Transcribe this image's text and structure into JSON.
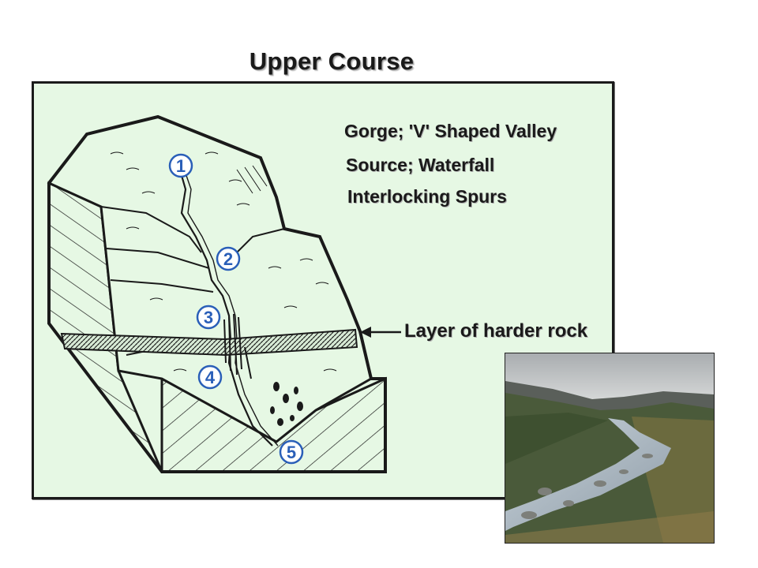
{
  "title": "Upper Course",
  "features": [
    "Gorge; 'V' Shaped Valley",
    "Source; Waterfall",
    "Interlocking Spurs"
  ],
  "rock_label": "Layer of harder rock",
  "markers": [
    "1",
    "2",
    "3",
    "4",
    "5"
  ],
  "colors": {
    "panel": "#e6f8e4",
    "marker": "#2a5fb8",
    "outline": "#1a1a1a"
  },
  "photo": {
    "subject": "upland-river-valley"
  }
}
